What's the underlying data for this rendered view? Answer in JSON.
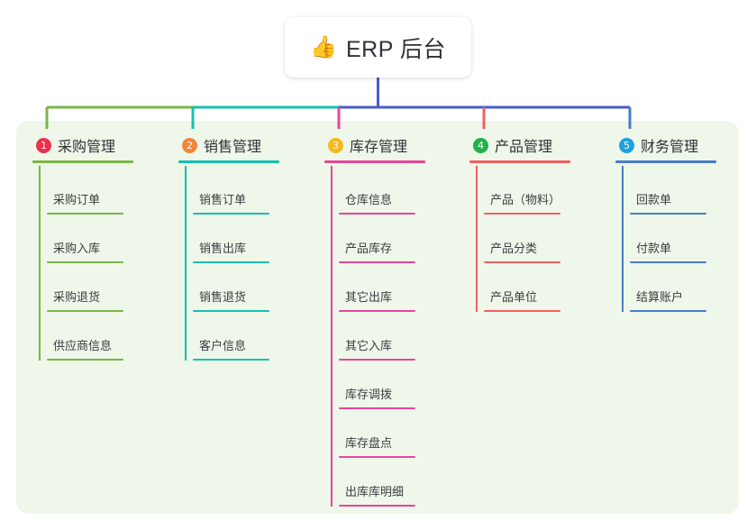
{
  "root": {
    "emoji": "👍",
    "emoji_name": "thumbs-up-icon",
    "label": "ERP 后台"
  },
  "colors": {
    "panel_background": "#eef7e9",
    "root_background": "#ffffff",
    "root_text": "#2f3237",
    "bus_green": "#7ab648",
    "bus_teal": "#15c0ae",
    "bus_blue": "#4a5cc5",
    "drop_root": "#4a5cc5"
  },
  "branches": [
    {
      "number": "1",
      "title": "采购管理",
      "badge_color": "#e8334a",
      "line_color": "#7ab648",
      "drop_color": "#7ab648",
      "items": [
        "采购订单",
        "采购入库",
        "采购退货",
        "供应商信息"
      ]
    },
    {
      "number": "2",
      "title": "销售管理",
      "badge_color": "#f0873a",
      "line_color": "#15c0ae",
      "drop_color": "#15c0ae",
      "items": [
        "销售订单",
        "销售出库",
        "销售退货",
        "客户信息"
      ]
    },
    {
      "number": "3",
      "title": "库存管理",
      "badge_color": "#f5b921",
      "line_color": "#e8459a",
      "drop_color": "#e8459a",
      "items": [
        "仓库信息",
        "产品库存",
        "其它出库",
        "其它入库",
        "库存调拨",
        "库存盘点",
        "出库库明细"
      ]
    },
    {
      "number": "4",
      "title": "产品管理",
      "badge_color": "#22b14c",
      "line_color": "#f2605f",
      "drop_color": "#f2605f",
      "items": [
        "产品（物料）",
        "产品分类",
        "产品单位"
      ]
    },
    {
      "number": "5",
      "title": "财务管理",
      "badge_color": "#1aa3e0",
      "line_color": "#4a7bc8",
      "drop_color": "#4a7bc8",
      "items": [
        "回款单",
        "付款单",
        "结算账户"
      ]
    }
  ]
}
